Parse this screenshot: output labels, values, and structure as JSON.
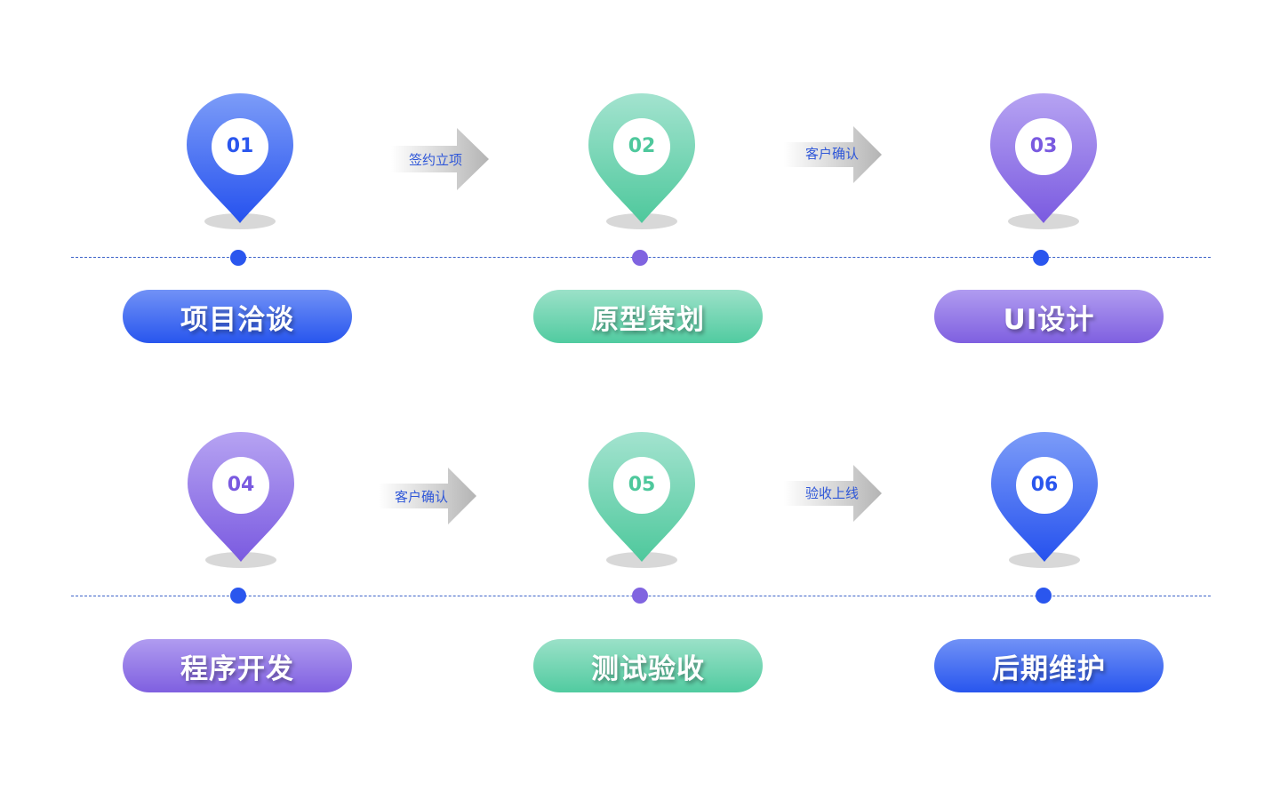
{
  "steps": [
    {
      "number": "01",
      "label": "项目洽谈",
      "theme": "blue"
    },
    {
      "number": "02",
      "label": "原型策划",
      "theme": "green"
    },
    {
      "number": "03",
      "label": "UI设计",
      "theme": "purple"
    },
    {
      "number": "04",
      "label": "程序开发",
      "theme": "purple"
    },
    {
      "number": "05",
      "label": "测试验收",
      "theme": "green"
    },
    {
      "number": "06",
      "label": "后期维护",
      "theme": "blue"
    }
  ],
  "transitions": [
    {
      "label": "签约立项"
    },
    {
      "label": "客户确认"
    },
    {
      "label": "客户确认"
    },
    {
      "label": "验收上线"
    }
  ],
  "colors": {
    "blue": "#2a56ee",
    "green": "#52cba0",
    "purple": "#8064e0",
    "dashed_line": "#3d63c9",
    "arrow_text": "#2f57d8"
  },
  "icons": {
    "pin": "map-pin-icon",
    "arrow": "arrow-right-icon"
  }
}
